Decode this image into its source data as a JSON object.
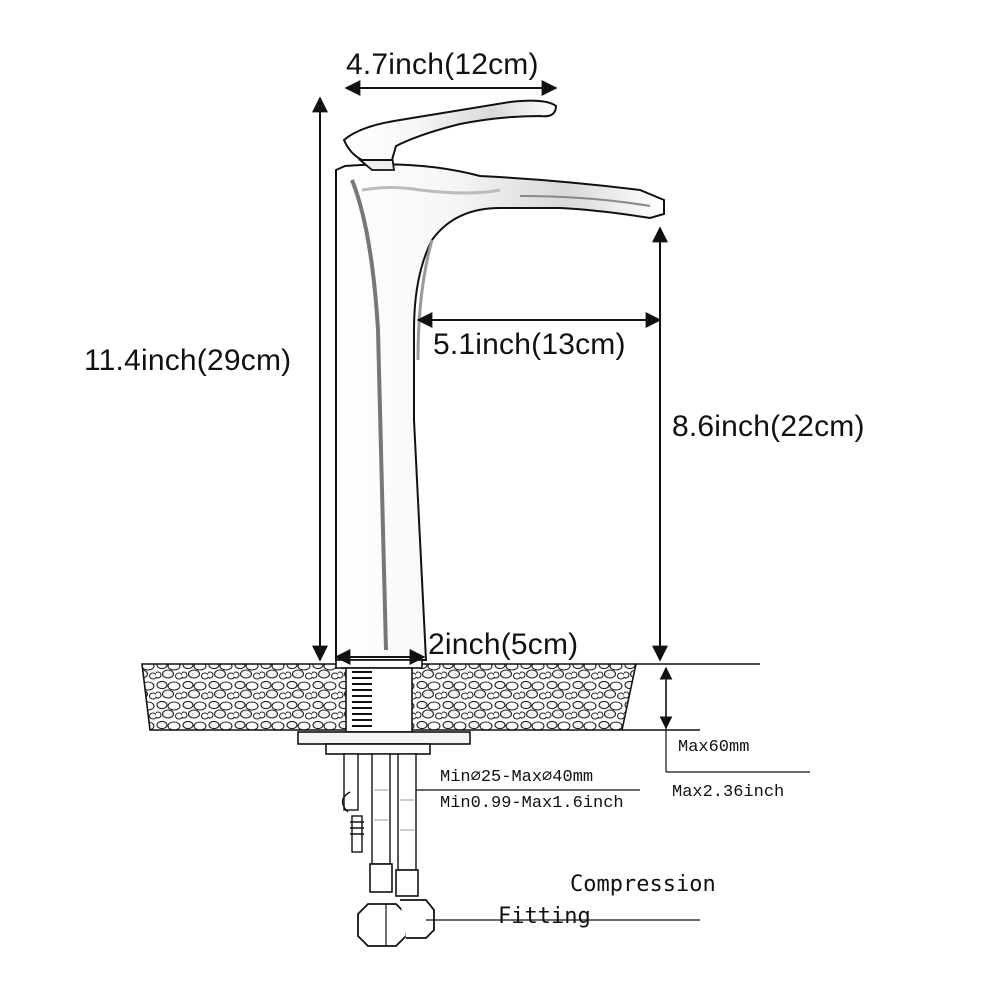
{
  "diagram": {
    "dimensions": {
      "handle_width": "4.7inch(12cm)",
      "total_height": "11.4inch(29cm)",
      "spout_reach": "5.1inch(13cm)",
      "spout_height": "8.6inch(22cm)",
      "base_width": "2inch(5cm)"
    },
    "deck": {
      "max_thickness_mm": "Max60mm",
      "max_thickness_inch": "Max2.36inch",
      "hole_range_mm": "Min⌀25-Max⌀40mm",
      "hole_range_inch": "Min0.99-Max1.6inch"
    },
    "fitting": {
      "line1": "Compression",
      "line2": "Fitting"
    },
    "colors": {
      "line": "#111111",
      "metal_light": "#f4f4f4",
      "metal_shade": "#bdbdbd"
    },
    "icons": [
      "faucet-drawing",
      "stone-countertop",
      "mounting-hardware",
      "supply-hoses",
      "compression-fitting"
    ]
  }
}
